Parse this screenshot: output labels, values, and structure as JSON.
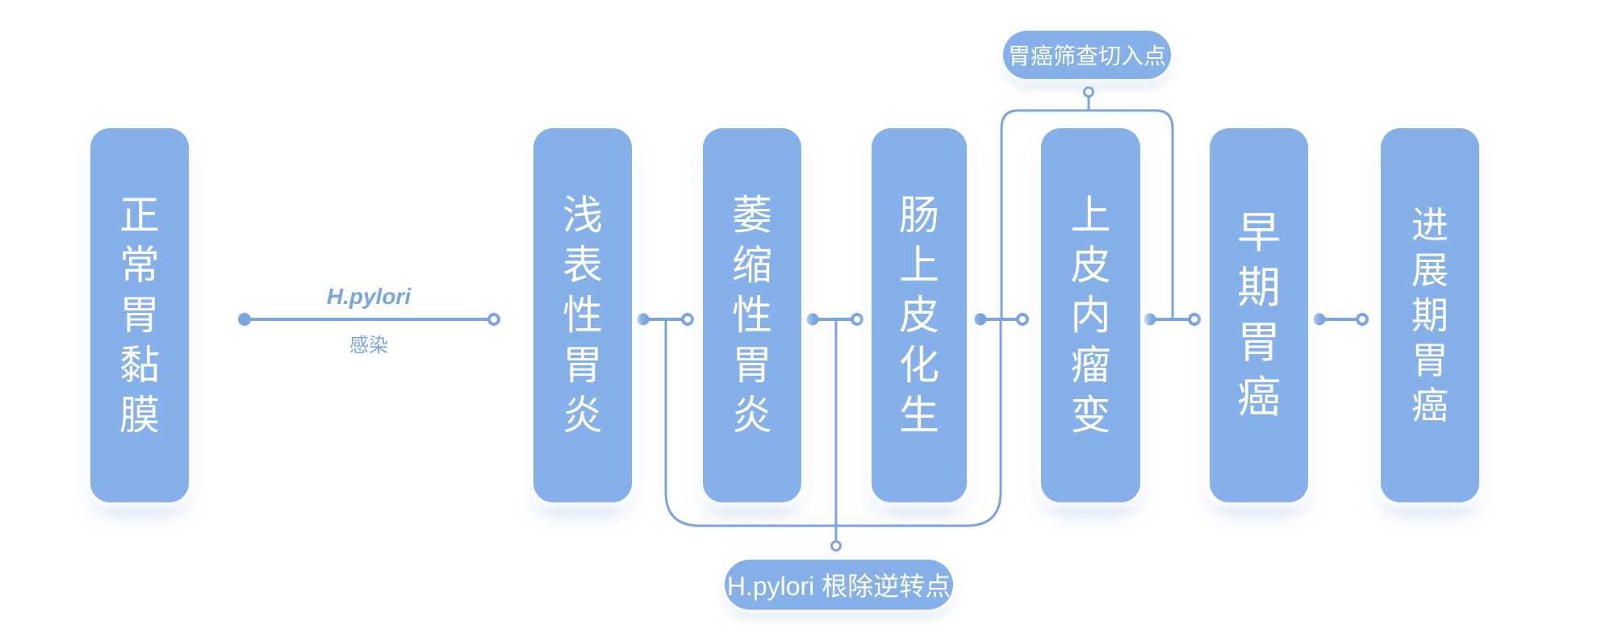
{
  "diagram": {
    "stages": [
      {
        "label": "正常胃黏膜"
      },
      {
        "label": "浅表性胃炎"
      },
      {
        "label": "萎缩性胃炎"
      },
      {
        "label": "肠上皮化生"
      },
      {
        "label": "上皮内瘤变"
      },
      {
        "label": "早期胃癌"
      },
      {
        "label": "进展期胃癌"
      }
    ],
    "transition": {
      "line1": "H.pylori",
      "line2": "感染"
    },
    "annotations": {
      "top": "胃癌筛查切入点",
      "bottom": "H.pylori 根除逆转点"
    },
    "colors": {
      "node_fill": "#86B0E9",
      "line": "#7AA5E0",
      "text": "#FFFFFF"
    }
  }
}
